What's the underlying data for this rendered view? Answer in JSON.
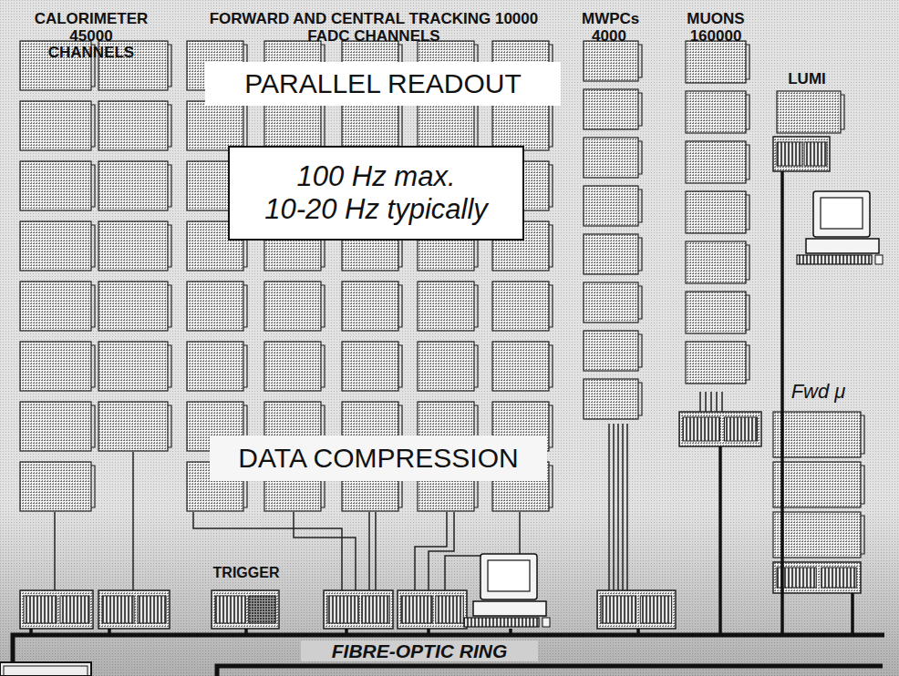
{
  "diagram": {
    "nodes": [
      {
        "text": [
          "PARALLEL READOUT"
        ]
      },
      {
        "text": [
          "100 Hz max.",
          "10-20 Hz typically"
        ]
      },
      {
        "text": [
          "DATA COMPRESSION"
        ]
      }
    ],
    "labels": [
      "CALORIMETER 45000 CHANNELS",
      "FORWARD AND CENTRAL TRACKING 10000 FADC CHANNELS",
      "MWPCs 4000",
      "MUONS 160000",
      "LUMI",
      "Fwd μ",
      "TRIGGER",
      "FIBRE-OPTIC RING"
    ]
  }
}
